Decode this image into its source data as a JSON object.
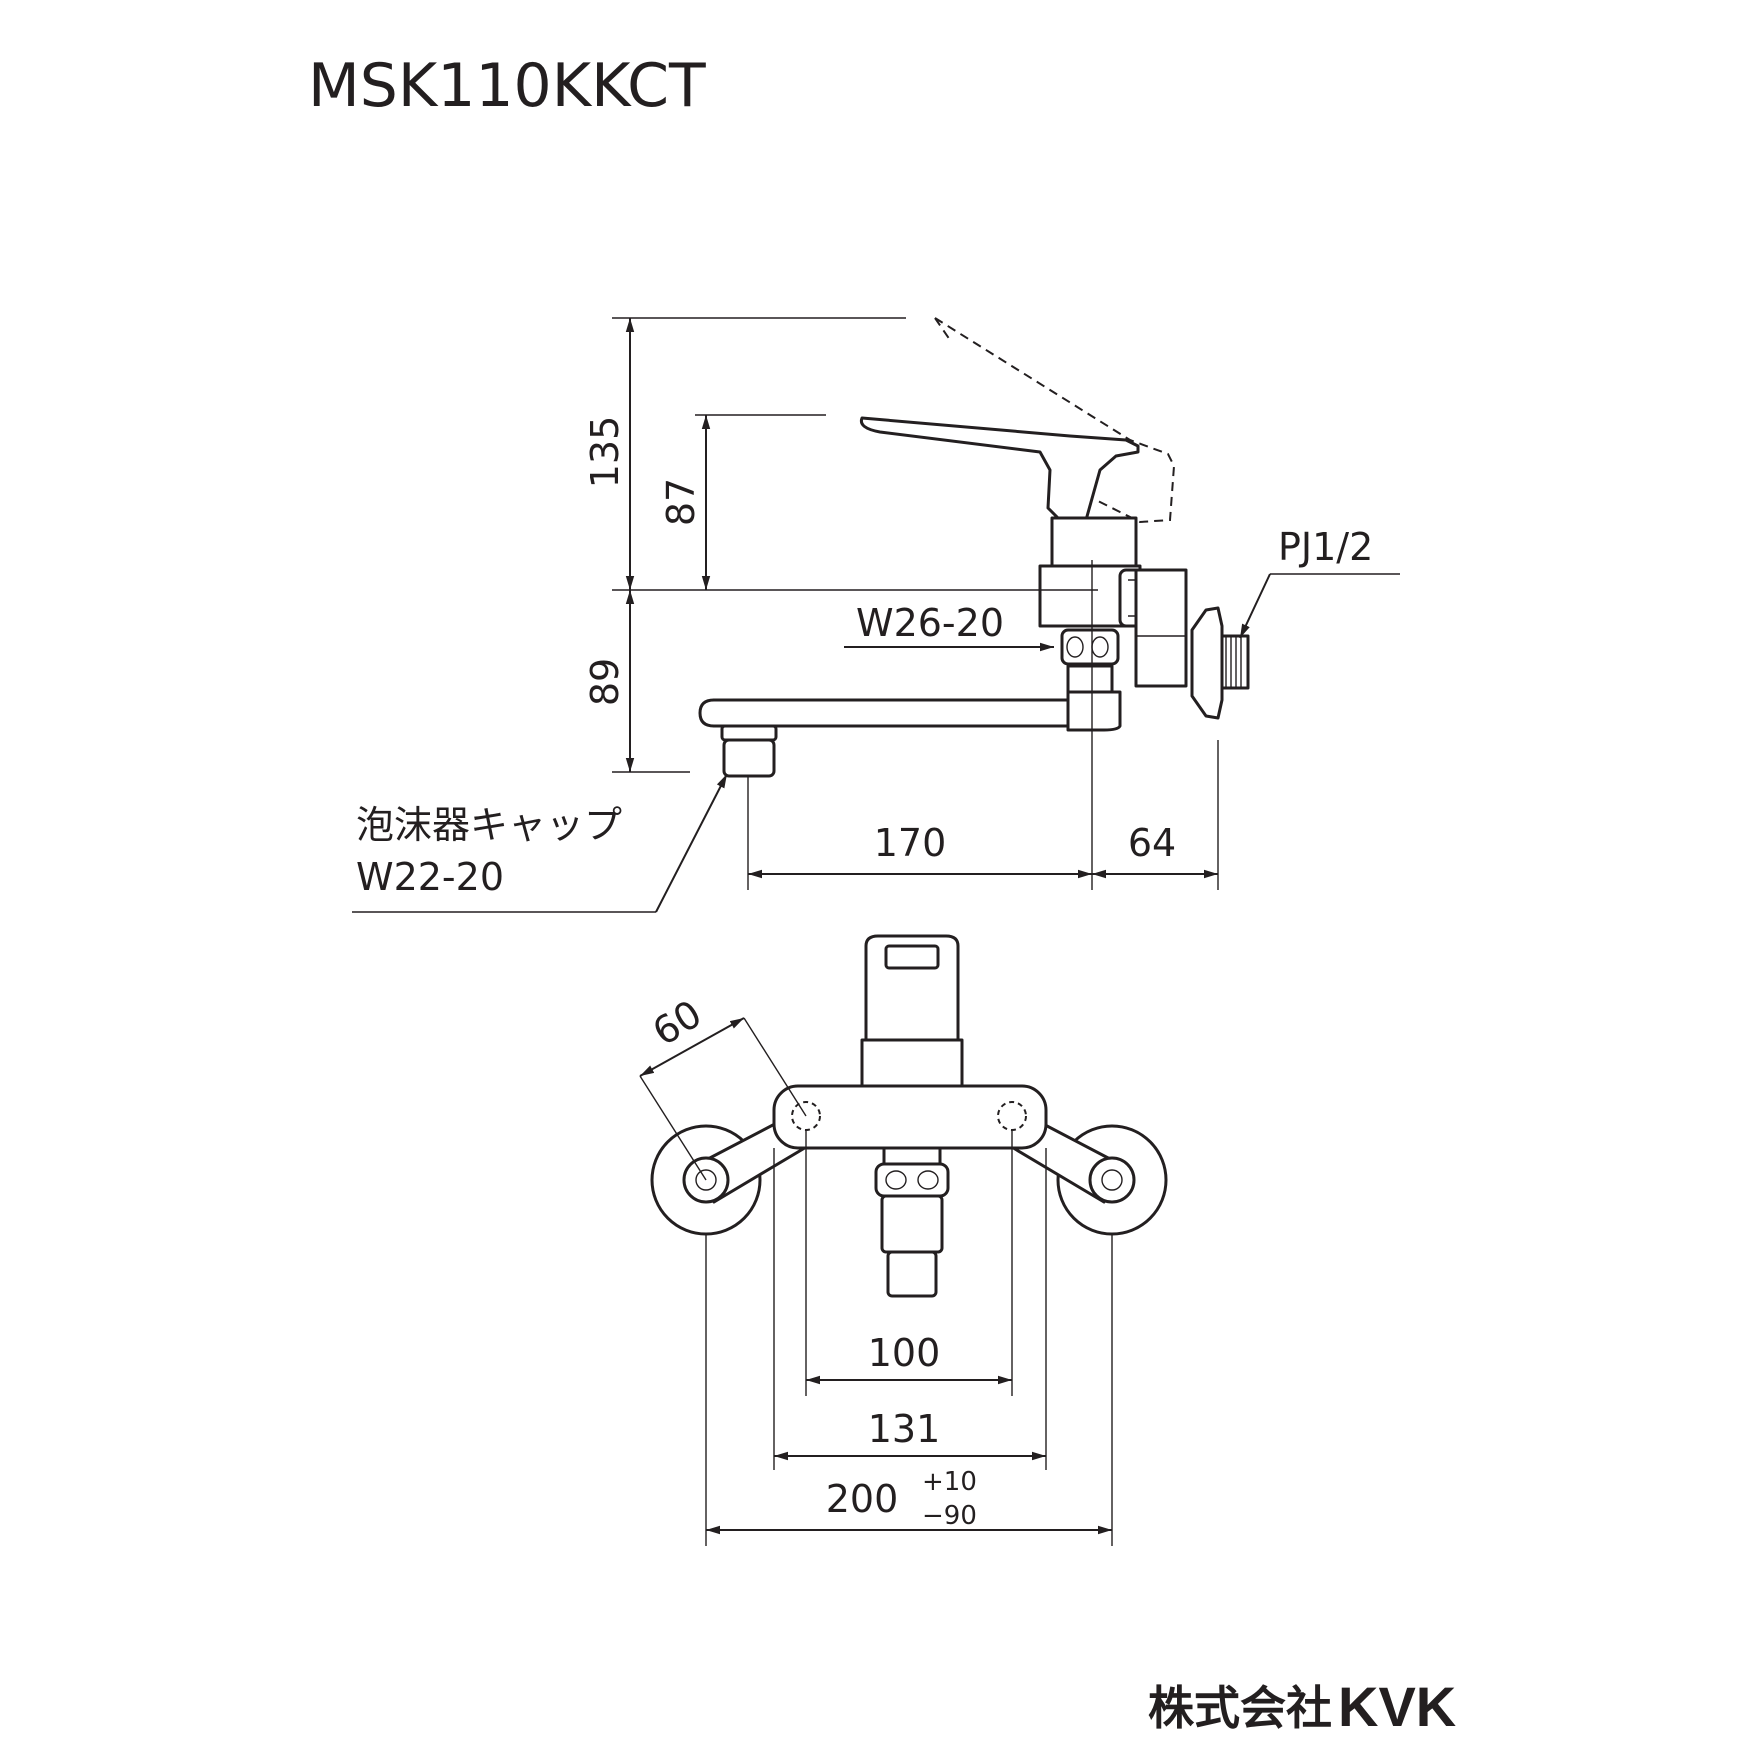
{
  "title": "MSK110KKCT",
  "side_view": {
    "dim_total_height": "135",
    "dim_lever_height": "87",
    "dim_spout_drop": "89",
    "dim_spout_reach": "170",
    "dim_wall_offset": "64",
    "label_inlet_thread": "PJ1/2",
    "label_union_thread": "W26-20",
    "label_aerator_line1": "泡沫器キャップ",
    "label_aerator_line2": "W22-20"
  },
  "front_view": {
    "dim_angle": "60",
    "dim_inner": "100",
    "dim_body": "131",
    "dim_centers": "200",
    "tol_plus": "+10",
    "tol_minus": "−90"
  },
  "brand": {
    "company_jp": "株式会社",
    "company_en": "KVK"
  }
}
